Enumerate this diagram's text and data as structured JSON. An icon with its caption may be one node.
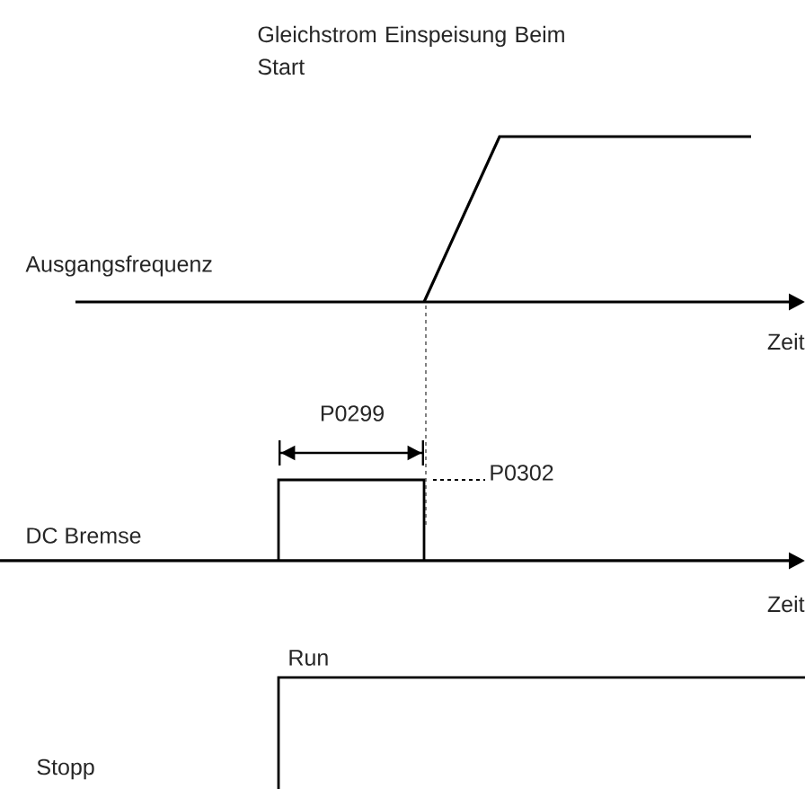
{
  "diagram": {
    "labels": [
      "Gleichstrom Einspeisung Beim Start",
      "Ausgangsfrequenz",
      "Zeit",
      "P0299",
      "P0302",
      "DC Bremse",
      "Zeit",
      "Run",
      "Stopp"
    ]
  }
}
